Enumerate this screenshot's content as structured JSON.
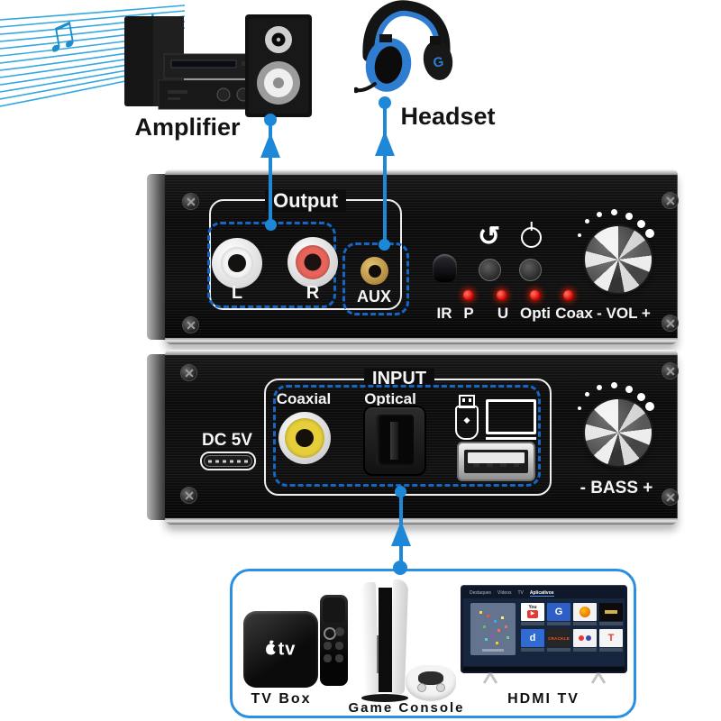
{
  "top": {
    "amplifier_label": "Amplifier",
    "headset_label": "Headset",
    "headset_logo": "G"
  },
  "front_panel": {
    "output_label": "Output",
    "left_jack_label": "L",
    "right_jack_label": "R",
    "aux_label": "AUX",
    "ir_label": "IR",
    "power_led_label": "P",
    "usb_led_label": "U",
    "optical_led_label": "Opti",
    "coaxial_led_label": "Coax",
    "volume_label": "- VOL +"
  },
  "rear_panel": {
    "input_label": "INPUT",
    "dc_label": "DC 5V",
    "coaxial_label": "Coaxial",
    "optical_label": "Optical",
    "bass_label": "- BASS +"
  },
  "sources": {
    "tv_box_label": "TV Box",
    "tv_box_logo": "tv",
    "game_console_label": "Game Console",
    "hdmi_tv_label": "HDMI TV"
  },
  "tv_screen": {
    "menu_items": [
      "Destaques",
      "Vídeos",
      "TV",
      "Aplicativos"
    ],
    "app_youtube": "You",
    "app_g": "G",
    "app_d": "d",
    "app_crackle": "CRACKLE",
    "app_t": "T"
  },
  "colors": {
    "accent_blue": "#1e88d8",
    "dashed_blue": "#1467c5",
    "box_border_blue": "#2b8fe2",
    "led_red": "#df0000",
    "panel_black": "#0d0d0d"
  }
}
